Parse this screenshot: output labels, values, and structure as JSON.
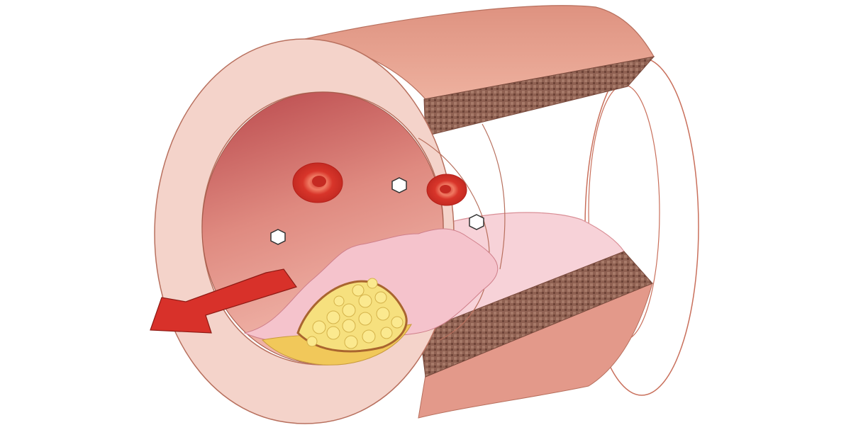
{
  "illustration": {
    "subject": "artery-cross-section-with-plaque",
    "colors": {
      "vessel_outer": "#e9a896",
      "vessel_wall": "#f3cfc6",
      "lumen": "#c65a5a",
      "lumen_light": "#eeb1a6",
      "cut_section": "#8a5a4c",
      "lining": "#f6c7cf",
      "plaque": "#f3d66a",
      "plaque_base": "#f1c85a",
      "red_blood_cell": "#d93a2c",
      "platelet": "#ffffff",
      "arrow": "#d8312a"
    },
    "icons": [
      "red-blood-cell",
      "platelet",
      "flow-arrow"
    ]
  }
}
